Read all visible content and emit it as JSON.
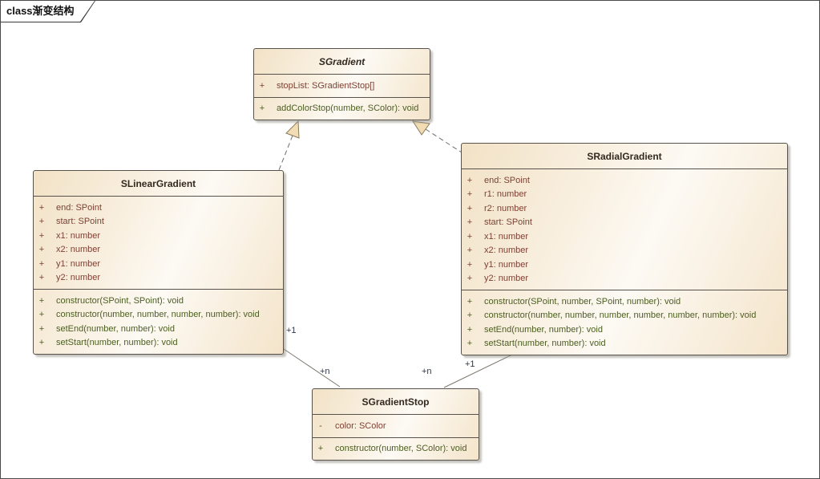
{
  "frame": {
    "label": "class渐变结构"
  },
  "diagram_type": "uml-class-diagram",
  "colors": {
    "box_fill_dark": "#f2e2c6",
    "box_fill_light": "#fdfaf4",
    "box_border": "#57524b",
    "attribute_text": "#7c4134",
    "operation_text": "#4c5e22",
    "title_text": "#33291f",
    "multiplicity_text": "#2f3646",
    "triangle_fill": "#f2dcb3"
  },
  "classes": [
    {
      "name": "SGradient",
      "abstract": true,
      "attributes": [
        {
          "vis": "+",
          "text": "stopList: SGradientStop[]"
        }
      ],
      "operations": [
        {
          "vis": "+",
          "text": "addColorStop(number, SColor): void"
        }
      ]
    },
    {
      "name": "SLinearGradient",
      "abstract": false,
      "attributes": [
        {
          "vis": "+",
          "text": "end: SPoint"
        },
        {
          "vis": "+",
          "text": "start: SPoint"
        },
        {
          "vis": "+",
          "text": "x1: number"
        },
        {
          "vis": "+",
          "text": "x2: number"
        },
        {
          "vis": "+",
          "text": "y1: number"
        },
        {
          "vis": "+",
          "text": "y2: number"
        }
      ],
      "operations": [
        {
          "vis": "+",
          "text": "constructor(SPoint, SPoint): void"
        },
        {
          "vis": "+",
          "text": "constructor(number, number, number, number): void"
        },
        {
          "vis": "+",
          "text": "setEnd(number, number): void"
        },
        {
          "vis": "+",
          "text": "setStart(number, number): void"
        }
      ]
    },
    {
      "name": "SRadialGradient",
      "abstract": false,
      "attributes": [
        {
          "vis": "+",
          "text": "end: SPoint"
        },
        {
          "vis": "+",
          "text": "r1: number"
        },
        {
          "vis": "+",
          "text": "r2: number"
        },
        {
          "vis": "+",
          "text": "start: SPoint"
        },
        {
          "vis": "+",
          "text": "x1: number"
        },
        {
          "vis": "+",
          "text": "x2: number"
        },
        {
          "vis": "+",
          "text": "y1: number"
        },
        {
          "vis": "+",
          "text": "y2: number"
        }
      ],
      "operations": [
        {
          "vis": "+",
          "text": "constructor(SPoint, number, SPoint, number): void"
        },
        {
          "vis": "+",
          "text": "constructor(number, number, number, number, number, number): void"
        },
        {
          "vis": "+",
          "text": "setEnd(number, number): void"
        },
        {
          "vis": "+",
          "text": "setStart(number, number): void"
        }
      ]
    },
    {
      "name": "SGradientStop",
      "abstract": false,
      "attributes": [
        {
          "vis": "-",
          "text": "color: SColor"
        }
      ],
      "operations": [
        {
          "vis": "+",
          "text": "constructor(number, SColor): void"
        }
      ]
    }
  ],
  "relationships": {
    "generalizations": [
      {
        "from": "SLinearGradient",
        "to": "SGradient"
      },
      {
        "from": "SRadialGradient",
        "to": "SGradient"
      }
    ],
    "associations": [
      {
        "from": "SLinearGradient",
        "to": "SGradientStop",
        "from_label": "+1",
        "to_label": "+n"
      },
      {
        "from": "SRadialGradient",
        "to": "SGradientStop",
        "from_label": "+1",
        "to_label": "+n"
      }
    ]
  }
}
